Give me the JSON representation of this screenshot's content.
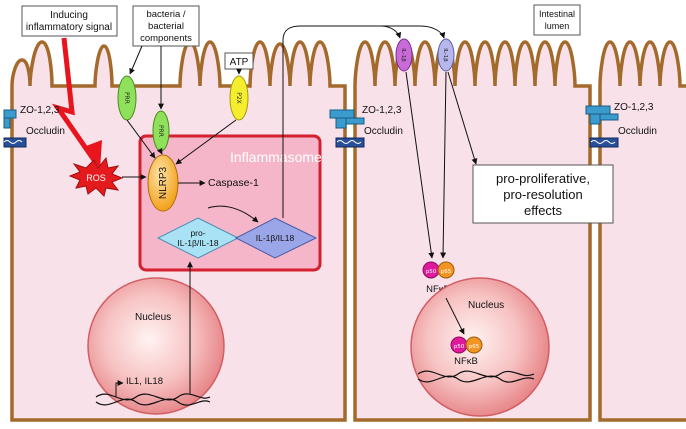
{
  "labels": {
    "inducing_signal": [
      "Inducing",
      "inflammatory signal"
    ],
    "bacteria": [
      "bacteria /",
      "bacterial",
      "components"
    ],
    "atp": "ATP",
    "lumen": [
      "Intestinal",
      "lumen"
    ],
    "zo_left": "ZO-1,2,3",
    "occludin_left": "Occludin",
    "zo_mid": "ZO-1,2,3",
    "occludin_mid": "Occludin",
    "zo_right": "ZO-1,2,3",
    "occludin_right": "Occludin",
    "ros": "ROS",
    "prr1": "PRR",
    "prr2": "PRR",
    "p2x": "P2X",
    "inflammasome": "Inflammasome",
    "nlrp3": "NLRP3",
    "caspase": "Caspase-1",
    "pro_il": [
      "pro-",
      "IL-1β/IL-18"
    ],
    "il_mature": "IL-1β/IL18",
    "il1b_a": "IL-1β",
    "il1b_b": "IL-1β",
    "effects": [
      "pro-proliferative,",
      "pro-resolution",
      "effects"
    ],
    "p50_top": "p50",
    "p65_top": "p65",
    "nfkb_top": "NFκB",
    "nucleus_left": "Nucleus",
    "nucleus_right": "Nucleus",
    "genes": "IL1, IL18",
    "p50_nuc": "p50",
    "p65_nuc": "p65",
    "nfkb_nuc": "NFκB"
  },
  "colors": {
    "cell_fill": "#f9e1ea",
    "membrane": "#a36a2c",
    "inflammasome_box": "#d4202f",
    "inflammasome_fill": "#f4b6c8",
    "ros": "#e41a1c",
    "signal_arrow": "#e8141e",
    "prr": "#8fe05b",
    "p2x": "#f4ee2e",
    "nlrp3": "#f6a91c",
    "pro_il": "#a8e2f4",
    "il_mature": "#9aa6e8",
    "il1b_a": "#c86ad8",
    "il1b_b": "#b7b7ec",
    "p50": "#e0189b",
    "p65": "#f29522",
    "nucleus": "#f29a9c",
    "tight_junction": "#3a9bcc",
    "occludin": "#2a4f99"
  }
}
